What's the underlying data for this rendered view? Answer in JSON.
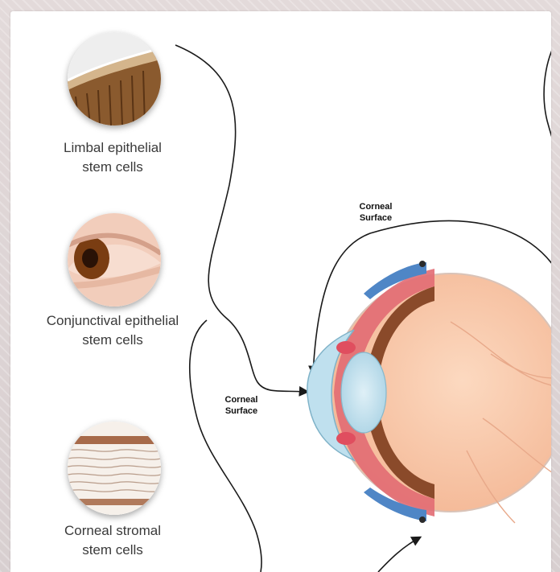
{
  "cells": [
    {
      "line1": "Limbal epithelial",
      "line2": "stem cells",
      "image": "limbal-tissue-micrograph"
    },
    {
      "line1": "Conjunctival epithelial",
      "line2": "stem cells",
      "image": "eye-close-up-photo"
    },
    {
      "line1": "Corneal stromal",
      "line2": "stem cells",
      "image": "stromal-tissue-micrograph"
    }
  ],
  "labels": {
    "top_line1": "Corneal",
    "top_line2": "Surface",
    "left_line1": "Corneal",
    "left_line2": "Surface"
  },
  "colors": {
    "connector": "#1a1a1a",
    "lens": "#9cc8dc",
    "globe": "#f7c8aa",
    "muscle": "#d94b5b"
  }
}
